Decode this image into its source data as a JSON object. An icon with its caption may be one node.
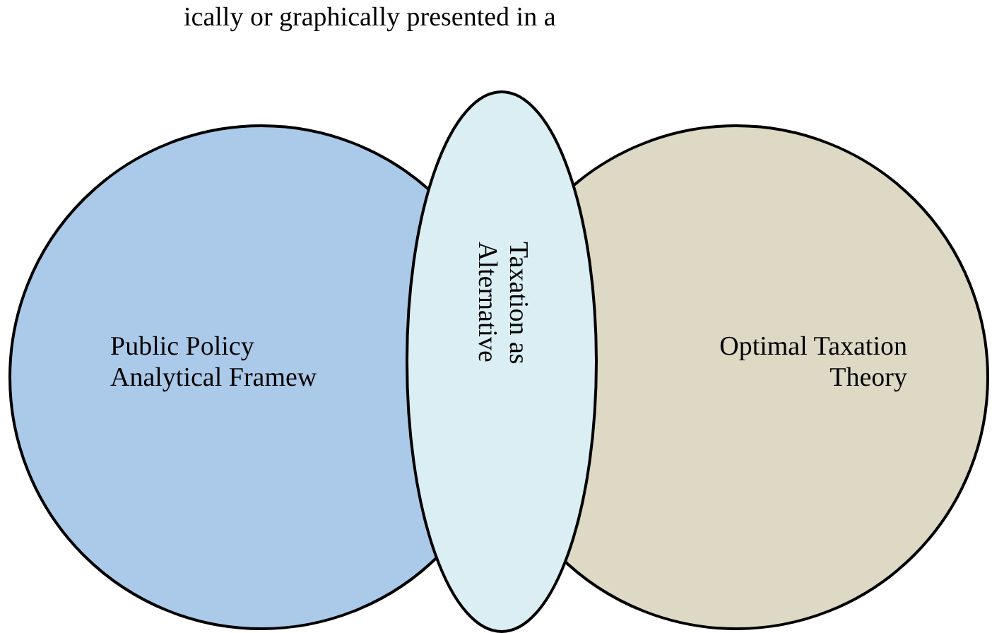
{
  "diagram": {
    "nodes": [
      {
        "text": [
          "Public Policy Analytical Framew"
        ]
      },
      {
        "text": [
          "Optimal Taxation Theory"
        ]
      },
      {
        "text": [
          "Taxation as Alternative"
        ]
      }
    ],
    "edges": [],
    "labels": [
      "ically or graphically presented in a"
    ]
  }
}
